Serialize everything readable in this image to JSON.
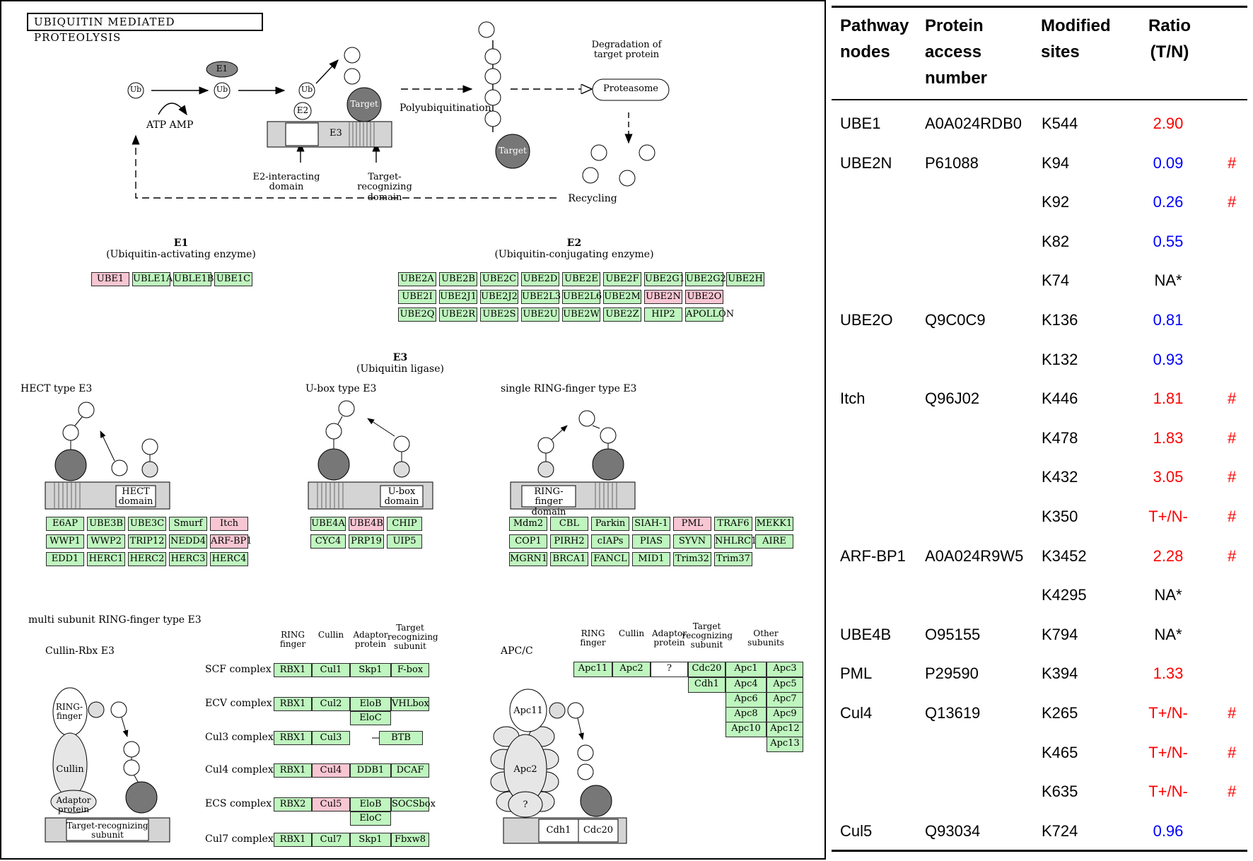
{
  "diagram": {
    "title": "UBIQUITIN MEDIATED PROTEOLYSIS",
    "overview": {
      "ub": "Ub",
      "e1": "E1",
      "e2": "E2",
      "e3": "E3",
      "target": "Target",
      "atp_amp": "ATP  AMP",
      "polyubiquitination": "Polyubiquitination",
      "degradation": "Degradation of target protein",
      "proteasome": "Proteasome",
      "recycling": "Recycling",
      "e2_interacting": "E2-interacting domain",
      "target_recognizing": "Target-recognizing domain"
    },
    "e1_section": {
      "heading": "E1",
      "subheading": "(Ubiquitin-activating enzyme)",
      "genes": [
        {
          "name": "UBE1",
          "color": "pink"
        },
        {
          "name": "UBLE1A",
          "color": "green"
        },
        {
          "name": "UBLE1B",
          "color": "green"
        },
        {
          "name": "UBE1C",
          "color": "green"
        }
      ]
    },
    "e2_section": {
      "heading": "E2",
      "subheading": "(Ubiquitin-conjugating enzyme)",
      "rows": [
        [
          {
            "name": "UBE2A",
            "color": "green"
          },
          {
            "name": "UBE2B",
            "color": "green"
          },
          {
            "name": "UBE2C",
            "color": "green"
          },
          {
            "name": "UBE2D",
            "color": "green"
          },
          {
            "name": "UBE2E",
            "color": "green"
          },
          {
            "name": "UBE2F",
            "color": "green"
          },
          {
            "name": "UBE2G1",
            "color": "green"
          },
          {
            "name": "UBE2G2",
            "color": "green"
          },
          {
            "name": "UBE2H",
            "color": "green"
          }
        ],
        [
          {
            "name": "UBE2I",
            "color": "green"
          },
          {
            "name": "UBE2J1",
            "color": "green"
          },
          {
            "name": "UBE2J2",
            "color": "green"
          },
          {
            "name": "UBE2L3",
            "color": "green"
          },
          {
            "name": "UBE2L6",
            "color": "green"
          },
          {
            "name": "UBE2M",
            "color": "green"
          },
          {
            "name": "UBE2N",
            "color": "pink"
          },
          {
            "name": "UBE2O",
            "color": "pink"
          }
        ],
        [
          {
            "name": "UBE2Q",
            "color": "green"
          },
          {
            "name": "UBE2R",
            "color": "green"
          },
          {
            "name": "UBE2S",
            "color": "green"
          },
          {
            "name": "UBE2U",
            "color": "green"
          },
          {
            "name": "UBE2W",
            "color": "green"
          },
          {
            "name": "UBE2Z",
            "color": "green"
          },
          {
            "name": "HIP2",
            "color": "green"
          },
          {
            "name": "APOLLON",
            "color": "green"
          }
        ]
      ]
    },
    "e3_section": {
      "heading": "E3",
      "subheading": "(Ubiquitin ligase)",
      "hect": {
        "label": "HECT type E3",
        "domain": "HECT domain",
        "rows": [
          [
            {
              "name": "E6AP",
              "color": "green"
            },
            {
              "name": "UBE3B",
              "color": "green"
            },
            {
              "name": "UBE3C",
              "color": "green"
            },
            {
              "name": "Smurf",
              "color": "green"
            },
            {
              "name": "Itch",
              "color": "pink"
            }
          ],
          [
            {
              "name": "WWP1",
              "color": "green"
            },
            {
              "name": "WWP2",
              "color": "green"
            },
            {
              "name": "TRIP12",
              "color": "green"
            },
            {
              "name": "NEDD4",
              "color": "green"
            },
            {
              "name": "ARF-BP1",
              "color": "pink"
            }
          ],
          [
            {
              "name": "EDD1",
              "color": "green"
            },
            {
              "name": "HERC1",
              "color": "green"
            },
            {
              "name": "HERC2",
              "color": "green"
            },
            {
              "name": "HERC3",
              "color": "green"
            },
            {
              "name": "HERC4",
              "color": "green"
            }
          ]
        ]
      },
      "ubox": {
        "label": "U-box type E3",
        "domain": "U-box domain",
        "rows": [
          [
            {
              "name": "UBE4A",
              "color": "green"
            },
            {
              "name": "UBE4B",
              "color": "pink"
            },
            {
              "name": "CHIP",
              "color": "green"
            }
          ],
          [
            {
              "name": "CYC4",
              "color": "green"
            },
            {
              "name": "PRP19",
              "color": "green"
            },
            {
              "name": "UIP5",
              "color": "green"
            }
          ]
        ]
      },
      "ring": {
        "label": "single RING-finger type E3",
        "domain": "RING-finger domain",
        "rows": [
          [
            {
              "name": "Mdm2",
              "color": "green"
            },
            {
              "name": "CBL",
              "color": "green"
            },
            {
              "name": "Parkin",
              "color": "green"
            },
            {
              "name": "SIAH-1",
              "color": "green"
            },
            {
              "name": "PML",
              "color": "pink"
            },
            {
              "name": "TRAF6",
              "color": "green"
            },
            {
              "name": "MEKK1",
              "color": "green"
            }
          ],
          [
            {
              "name": "COP1",
              "color": "green"
            },
            {
              "name": "PIRH2",
              "color": "green"
            },
            {
              "name": "cIAPs",
              "color": "green"
            },
            {
              "name": "PIAS",
              "color": "green"
            },
            {
              "name": "SYVN",
              "color": "green"
            },
            {
              "name": "NHLRC1",
              "color": "green"
            },
            {
              "name": "AIRE",
              "color": "green"
            }
          ],
          [
            {
              "name": "MGRN1",
              "color": "green"
            },
            {
              "name": "BRCA1",
              "color": "green"
            },
            {
              "name": "FANCL",
              "color": "green"
            },
            {
              "name": "MID1",
              "color": "green"
            },
            {
              "name": "Trim32",
              "color": "green"
            },
            {
              "name": "Trim37",
              "color": "green"
            }
          ]
        ]
      }
    },
    "multi": {
      "label": "multi subunit RING-finger type E3",
      "cullin_rbx": "Cullin-Rbx E3",
      "col_headers": [
        "RING finger",
        "Cullin",
        "Adaptor protein",
        "Target recognizing subunit"
      ],
      "schematic": {
        "ring_finger": "RING-finger",
        "cullin": "Cullin",
        "adaptor": "Adaptor protein",
        "target_recognizing": "Target-recognizing subunit"
      },
      "complexes": [
        {
          "name": "SCF complex",
          "genes": [
            {
              "name": "RBX1",
              "color": "green"
            },
            {
              "name": "Cul1",
              "color": "green"
            },
            {
              "name": "Skp1",
              "color": "green"
            },
            {
              "name": "F-box",
              "color": "green"
            }
          ]
        },
        {
          "name": "ECV complex",
          "genes": [
            {
              "name": "RBX1",
              "color": "green"
            },
            {
              "name": "Cul2",
              "color": "green"
            },
            {
              "name": "EloB",
              "color": "green"
            },
            {
              "name": "VHLbox",
              "color": "green"
            }
          ],
          "extra": "EloC"
        },
        {
          "name": "Cul3 complex",
          "genes": [
            {
              "name": "RBX1",
              "color": "green"
            },
            {
              "name": "Cul3",
              "color": "green"
            },
            {
              "name": "BTB",
              "color": "green"
            }
          ]
        },
        {
          "name": "Cul4 complex",
          "genes": [
            {
              "name": "RBX1",
              "color": "green"
            },
            {
              "name": "Cul4",
              "color": "pink"
            },
            {
              "name": "DDB1",
              "color": "green"
            },
            {
              "name": "DCAF",
              "color": "green"
            }
          ]
        },
        {
          "name": "ECS complex",
          "genes": [
            {
              "name": "RBX2",
              "color": "green"
            },
            {
              "name": "Cul5",
              "color": "pink"
            },
            {
              "name": "EloB",
              "color": "green"
            },
            {
              "name": "SOCSbox",
              "color": "green"
            }
          ],
          "extra": "EloC"
        },
        {
          "name": "Cul7 complex",
          "genes": [
            {
              "name": "RBX1",
              "color": "green"
            },
            {
              "name": "Cul7",
              "color": "green"
            },
            {
              "name": "Skp1",
              "color": "green"
            },
            {
              "name": "Fbxw8",
              "color": "green"
            }
          ]
        }
      ],
      "apc": {
        "label": "APC/C",
        "col_headers": [
          "RING finger",
          "Cullin",
          "Adaptor protein",
          "Target recognizing subunit",
          "Other subunits"
        ],
        "row1": [
          {
            "name": "Apc11",
            "color": "green"
          },
          {
            "name": "Apc2",
            "color": "green"
          },
          {
            "name": "?",
            "color": "white"
          },
          {
            "name": "Cdc20",
            "color": "green"
          },
          {
            "name": "Apc1",
            "color": "green"
          },
          {
            "name": "Apc3",
            "color": "green"
          }
        ],
        "cdh1": "Cdh1",
        "others": [
          [
            "Apc4",
            "Apc5"
          ],
          [
            "Apc6",
            "Apc7"
          ],
          [
            "Apc8",
            "Apc9"
          ],
          [
            "Apc10",
            "Apc12"
          ],
          [
            "",
            "Apc13"
          ]
        ],
        "schematic": {
          "apc11": "Apc11",
          "apc2": "Apc2",
          "q": "?",
          "cdh1": "Cdh1",
          "cdc20": "Cdc20"
        }
      }
    }
  },
  "table": {
    "headers": [
      "Pathway nodes",
      "Protein access number",
      "Modified sites",
      "Ratio (T/N)"
    ],
    "colors": {
      "up": "#ff0000",
      "down": "#0000ff",
      "na": "#000000",
      "hash": "#ff0000"
    },
    "rows": [
      {
        "node": "UBE1",
        "acc": "A0A024RDB0",
        "site": "K544",
        "ratio": "2.90",
        "dir": "up",
        "hash": ""
      },
      {
        "node": "UBE2N",
        "acc": "P61088",
        "site": "K94",
        "ratio": "0.09",
        "dir": "down",
        "hash": "#"
      },
      {
        "node": "",
        "acc": "",
        "site": "K92",
        "ratio": "0.26",
        "dir": "down",
        "hash": "#"
      },
      {
        "node": "",
        "acc": "",
        "site": "K82",
        "ratio": "0.55",
        "dir": "down",
        "hash": ""
      },
      {
        "node": "",
        "acc": "",
        "site": "K74",
        "ratio": "NA*",
        "dir": "na",
        "hash": ""
      },
      {
        "node": "UBE2O",
        "acc": "Q9C0C9",
        "site": "K136",
        "ratio": "0.81",
        "dir": "down",
        "hash": ""
      },
      {
        "node": "",
        "acc": "",
        "site": "K132",
        "ratio": "0.93",
        "dir": "down",
        "hash": ""
      },
      {
        "node": "Itch",
        "acc": "Q96J02",
        "site": "K446",
        "ratio": "1.81",
        "dir": "up",
        "hash": "#"
      },
      {
        "node": "",
        "acc": "",
        "site": "K478",
        "ratio": "1.83",
        "dir": "up",
        "hash": "#"
      },
      {
        "node": "",
        "acc": "",
        "site": "K432",
        "ratio": "3.05",
        "dir": "up",
        "hash": "#"
      },
      {
        "node": "",
        "acc": "",
        "site": "K350",
        "ratio": "T+/N-",
        "dir": "up",
        "hash": "#"
      },
      {
        "node": "ARF-BP1",
        "acc": "A0A024R9W5",
        "site": "K3452",
        "ratio": "2.28",
        "dir": "up",
        "hash": "#"
      },
      {
        "node": "",
        "acc": "",
        "site": "K4295",
        "ratio": "NA*",
        "dir": "na",
        "hash": ""
      },
      {
        "node": "UBE4B",
        "acc": "O95155",
        "site": "K794",
        "ratio": "NA*",
        "dir": "na",
        "hash": ""
      },
      {
        "node": "PML",
        "acc": "P29590",
        "site": "K394",
        "ratio": "1.33",
        "dir": "up",
        "hash": ""
      },
      {
        "node": "Cul4",
        "acc": "Q13619",
        "site": "K265",
        "ratio": "T+/N-",
        "dir": "up",
        "hash": "#"
      },
      {
        "node": "",
        "acc": "",
        "site": "K465",
        "ratio": "T+/N-",
        "dir": "up",
        "hash": "#"
      },
      {
        "node": "",
        "acc": "",
        "site": "K635",
        "ratio": "T+/N-",
        "dir": "up",
        "hash": "#"
      },
      {
        "node": "Cul5",
        "acc": "Q93034",
        "site": "K724",
        "ratio": "0.96",
        "dir": "down",
        "hash": ""
      }
    ]
  }
}
